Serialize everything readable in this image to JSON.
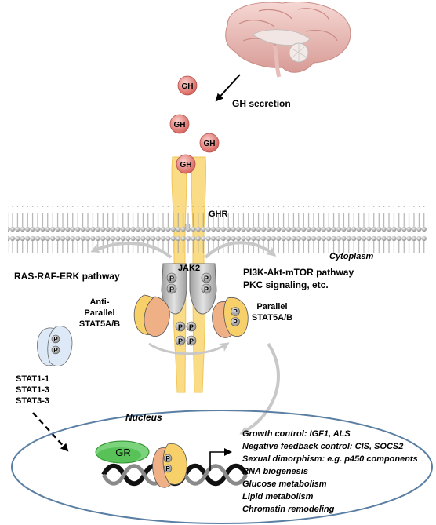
{
  "hormone": {
    "gh_label": "GH",
    "secretion_label": "GH secretion"
  },
  "receptor": {
    "ghr_label": "GHR",
    "jak2_label": "JAK2",
    "phospho_label": "P"
  },
  "compartments": {
    "cytoplasm": "Cytoplasm",
    "nucleus": "Nucleus"
  },
  "pathways": {
    "ras": "RAS-RAF-ERK pathway",
    "pi3k": "PI3K-Akt-mTOR pathway",
    "pkc": "PKC signaling, etc."
  },
  "stat5": {
    "anti_line1": "Anti-",
    "anti_line2": "Parallel",
    "anti_line3": "STAT5A/B",
    "par_line1": "Parallel",
    "par_line2": "STAT5A/B"
  },
  "other_stats": [
    "STAT1-1",
    "STAT1-3",
    "STAT3-3"
  ],
  "gr_label": "GR",
  "targets": [
    "Growth control: IGF1, ALS",
    "Negative feedback control: CIS, SOCS2",
    "Sexual dimorphism: e.g. p450 components",
    "RNA biogenesis",
    "Glucose metabolism",
    "Lipid metabolism",
    "Chromatin remodeling"
  ]
}
